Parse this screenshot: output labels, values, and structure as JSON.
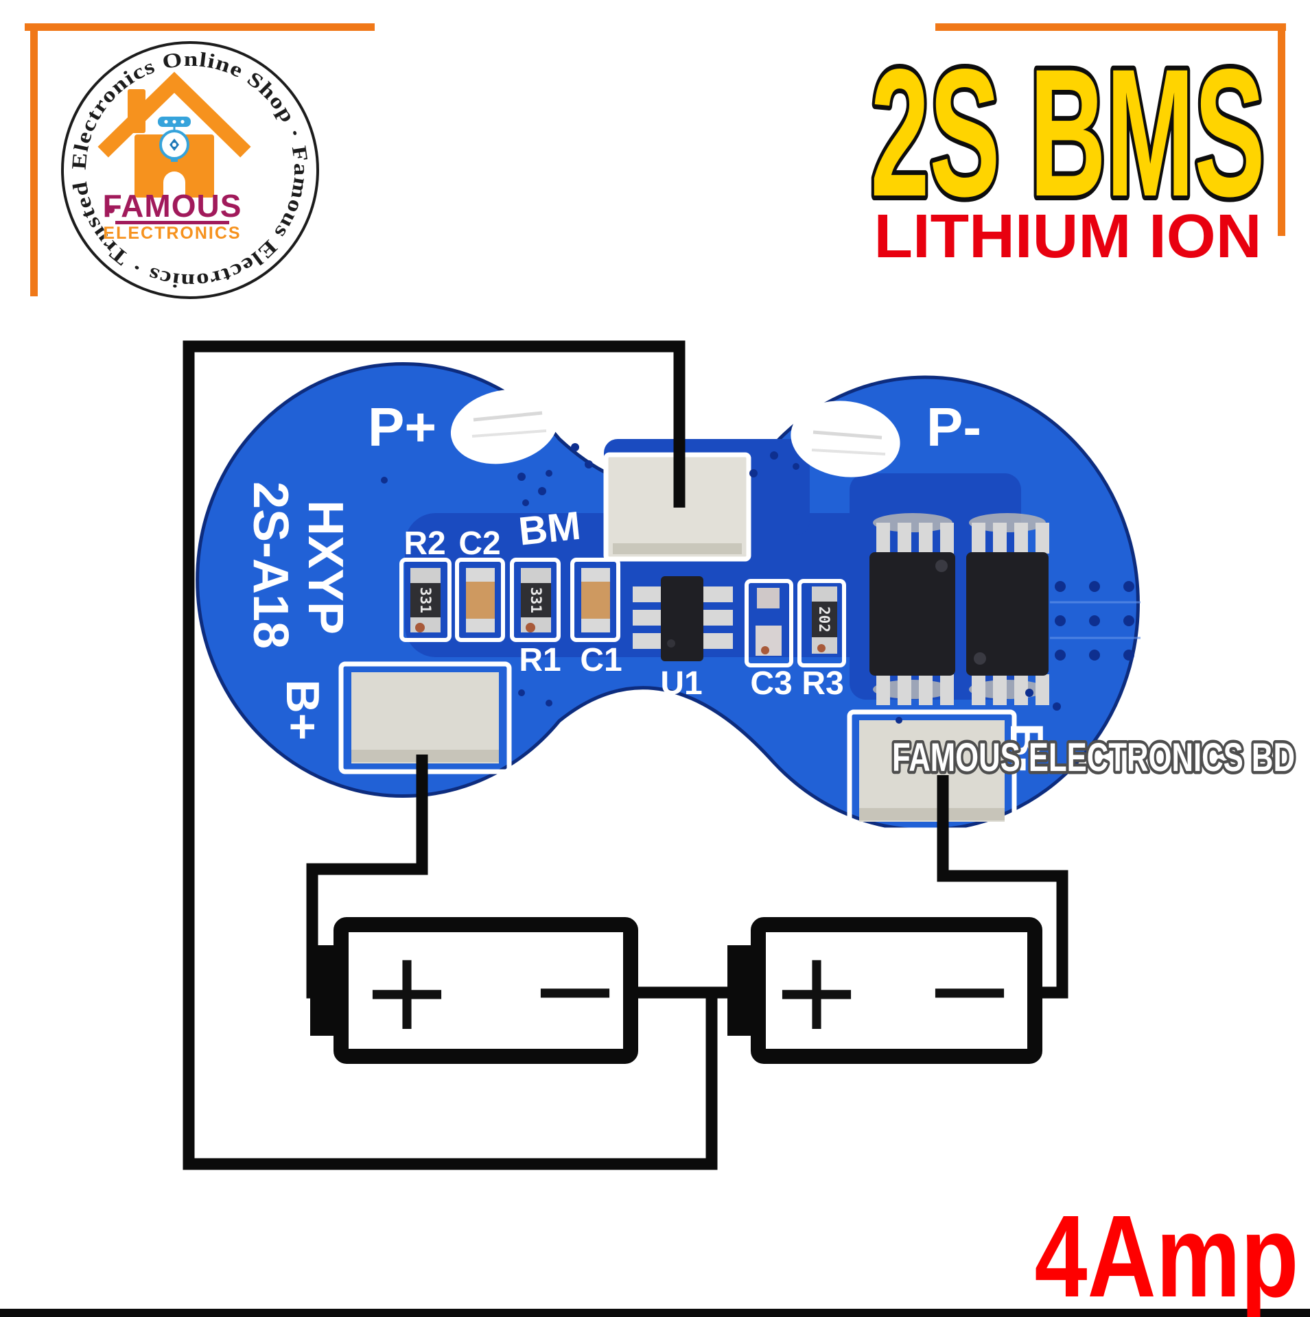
{
  "colors": {
    "accent_orange": "#F07818",
    "board_blue": "#2161D6",
    "board_blue_dark": "#1A4BC0",
    "title_yellow": "#FFD400",
    "title_red": "#E8000F",
    "amp_red": "#FE0000",
    "brand_magenta": "#A11A5B",
    "brand_orange": "#F6921E",
    "wire_black": "#0B0B0B"
  },
  "logo": {
    "circular_text": "Electronics Online Shop · Famous Electronics · Trusted",
    "name": "FAMOUS",
    "subname": "ELECTRONICS"
  },
  "header": {
    "title": "2S BMS",
    "subtitle": "LITHIUM ION"
  },
  "footer": {
    "rating": "4Amp"
  },
  "pcb": {
    "watermark": "FAMOUS ELECTRONICS BD",
    "labels": {
      "p_plus": "P+",
      "p_minus": "P-",
      "bm": "BM",
      "b_plus": "B+",
      "b_minus": "B-",
      "model_line1": "HXYP",
      "model_line2": "2S-A18"
    },
    "components": {
      "r2": "R2",
      "c2": "C2",
      "r1": "R1",
      "c1": "C1",
      "u1": "U1",
      "c3": "C3",
      "r3": "R3"
    },
    "codes": {
      "r2": "331",
      "r1": "331",
      "r3": "202"
    }
  },
  "diagram": {
    "battery1": {
      "plus": "+",
      "minus": "−"
    },
    "battery2": {
      "plus": "+",
      "minus": "−"
    }
  }
}
